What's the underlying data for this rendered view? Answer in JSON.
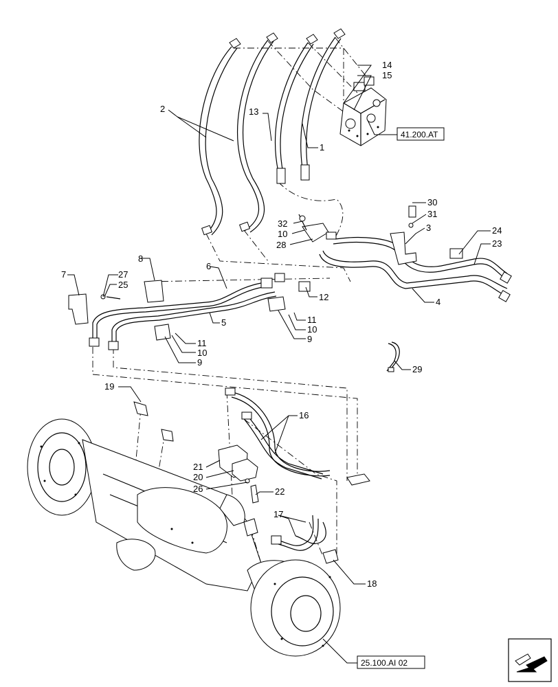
{
  "callouts": [
    {
      "id": "c1",
      "text": "1"
    },
    {
      "id": "c2",
      "text": "2"
    },
    {
      "id": "c3",
      "text": "3"
    },
    {
      "id": "c4",
      "text": "4"
    },
    {
      "id": "c5",
      "text": "5"
    },
    {
      "id": "c6",
      "text": "6"
    },
    {
      "id": "c7",
      "text": "7"
    },
    {
      "id": "c8",
      "text": "8"
    },
    {
      "id": "c9a",
      "text": "9"
    },
    {
      "id": "c9b",
      "text": "9"
    },
    {
      "id": "c10a",
      "text": "10"
    },
    {
      "id": "c10b",
      "text": "10"
    },
    {
      "id": "c10c",
      "text": "10"
    },
    {
      "id": "c11a",
      "text": "11"
    },
    {
      "id": "c11b",
      "text": "11"
    },
    {
      "id": "c12",
      "text": "12"
    },
    {
      "id": "c13",
      "text": "13"
    },
    {
      "id": "c14",
      "text": "14"
    },
    {
      "id": "c15",
      "text": "15"
    },
    {
      "id": "c16",
      "text": "16"
    },
    {
      "id": "c17",
      "text": "17"
    },
    {
      "id": "c18",
      "text": "18"
    },
    {
      "id": "c19",
      "text": "19"
    },
    {
      "id": "c20",
      "text": "20"
    },
    {
      "id": "c21",
      "text": "21"
    },
    {
      "id": "c22",
      "text": "22"
    },
    {
      "id": "c23",
      "text": "23"
    },
    {
      "id": "c24",
      "text": "24"
    },
    {
      "id": "c25",
      "text": "25"
    },
    {
      "id": "c26",
      "text": "26"
    },
    {
      "id": "c27",
      "text": "27"
    },
    {
      "id": "c28",
      "text": "28"
    },
    {
      "id": "c29",
      "text": "29"
    },
    {
      "id": "c30",
      "text": "30"
    },
    {
      "id": "c31",
      "text": "31"
    },
    {
      "id": "c32",
      "text": "32"
    }
  ],
  "references": {
    "steering_ref": "41.200.AT",
    "axle_ref": "25.100.AI 02"
  },
  "icons": {
    "nav": "arrow-navigation-icon"
  }
}
